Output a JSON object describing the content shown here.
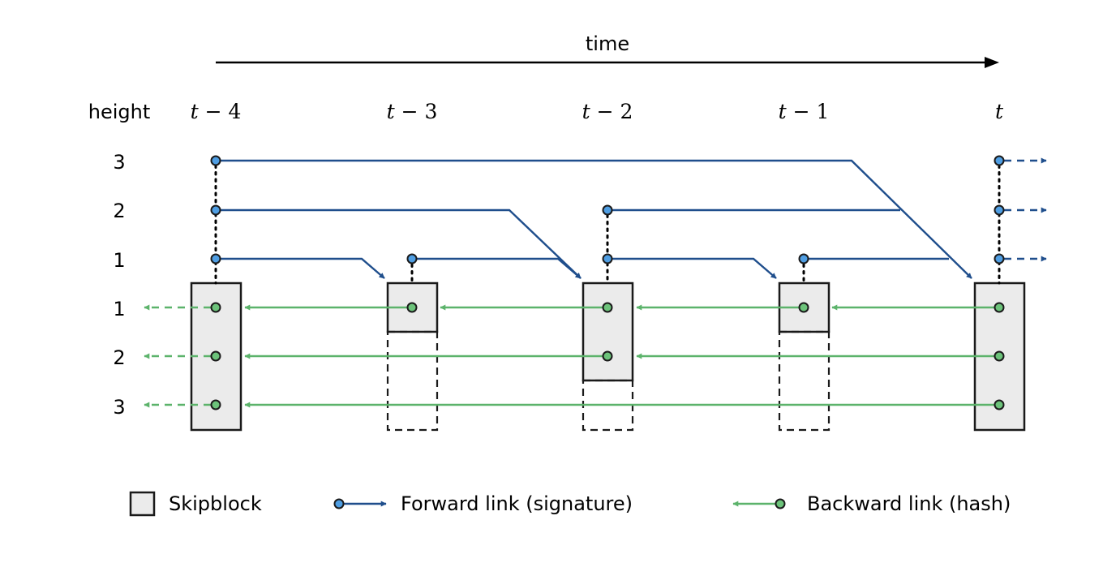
{
  "header": {
    "time_label": "time",
    "height_label": "height"
  },
  "columns": [
    {
      "var": "t",
      "suffix": " − 4",
      "height": 3
    },
    {
      "var": "t",
      "suffix": " − 3",
      "height": 1
    },
    {
      "var": "t",
      "suffix": " − 2",
      "height": 2
    },
    {
      "var": "t",
      "suffix": " − 1",
      "height": 1
    },
    {
      "var": "t",
      "suffix": "",
      "height": 3
    }
  ],
  "forward_level_labels": [
    "3",
    "2",
    "1"
  ],
  "backward_level_labels": [
    "1",
    "2",
    "3"
  ],
  "legend": {
    "skipblock": "Skipblock",
    "forward": "Forward link (signature)",
    "backward": "Backward link (hash)"
  },
  "colors": {
    "forward": "#1f4e8c",
    "forward_node": "#4f9ee3",
    "backward": "#5cb36b",
    "backward_node": "#6cc37a",
    "block_fill": "#ebebeb"
  }
}
